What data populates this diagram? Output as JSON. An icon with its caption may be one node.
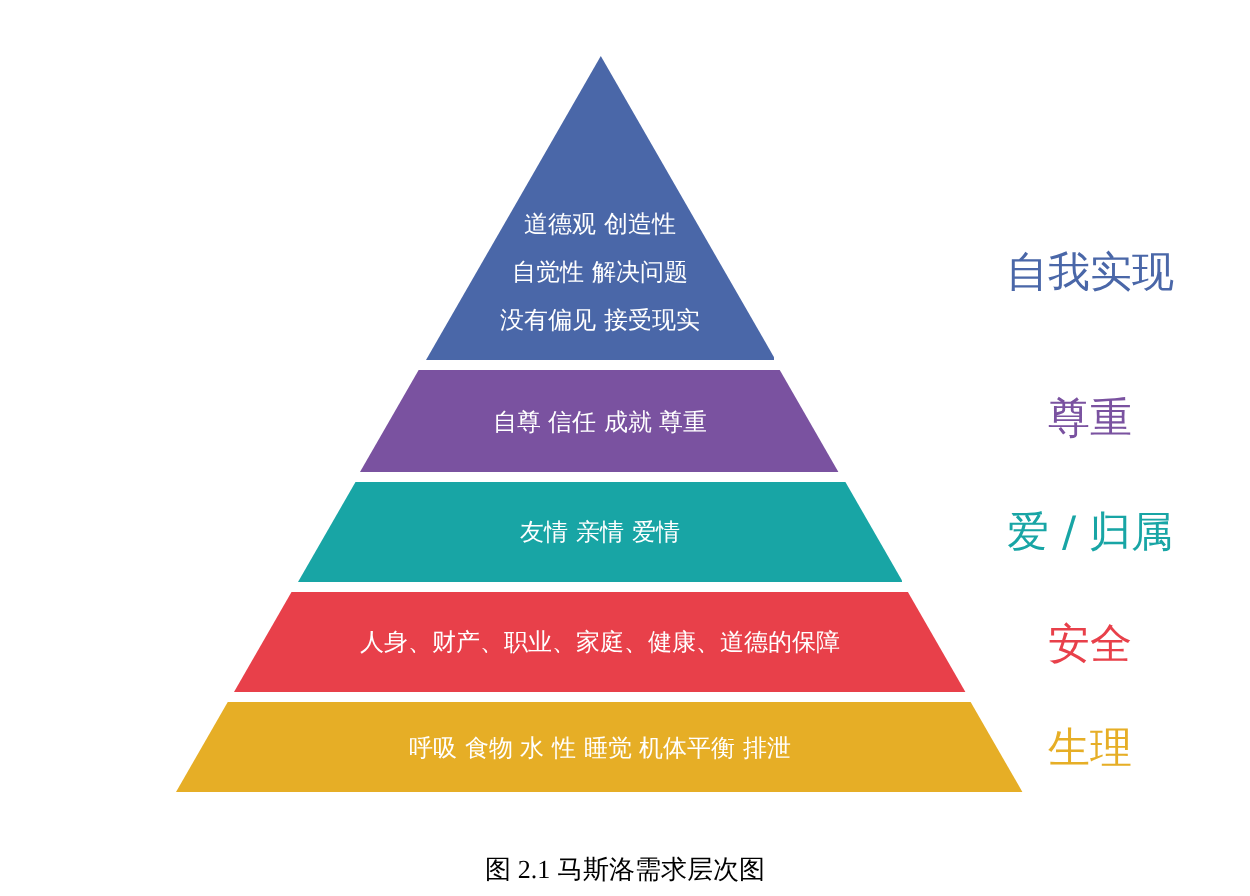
{
  "diagram": {
    "caption": "图 2.1 马斯洛需求层次图",
    "nodes": [
      {
        "text": [
          "道德观 创造性",
          "自觉性 解决问题",
          "没有偏见 接受现实"
        ]
      },
      {
        "text": [
          "自尊 信任 成就 尊重"
        ]
      },
      {
        "text": [
          "友情 亲情 爱情"
        ]
      },
      {
        "text": [
          "人身、财产、职业、家庭、健康、道德的保障"
        ]
      },
      {
        "text": [
          "呼吸 食物 水 性 睡觉 机体平衡 排泄"
        ]
      }
    ],
    "labels": [
      "自我实现",
      "尊重",
      "爱 / 归属",
      "安全",
      "生理"
    ]
  }
}
